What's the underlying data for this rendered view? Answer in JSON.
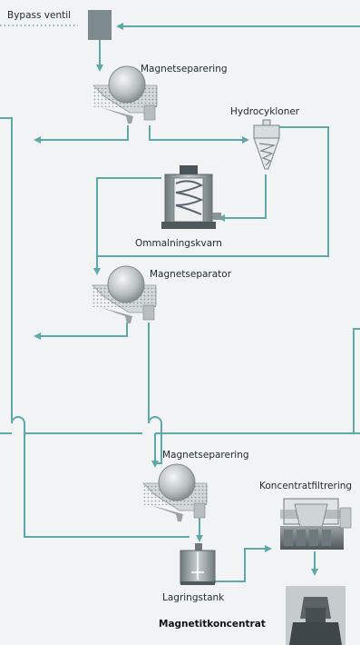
{
  "labels": {
    "bypass_valve": "Bypass ventil",
    "mag_sep_1": "Magnetseparering",
    "hydrocyclones": "Hydrocykloner",
    "regrind_mill": "Ommalningskvarn",
    "mag_separator": "Magnetseparator",
    "mag_sep_3": "Magnetseparering",
    "concentrate_filtering": "Koncentratfiltrering",
    "storage_tank": "Lagringstank",
    "magnetite_concentrate": "Magnetitkoncentrat"
  },
  "colors": {
    "flow_line": "#5fa8a8",
    "background": "#f1f3f4",
    "equipment": "#8a9598"
  }
}
